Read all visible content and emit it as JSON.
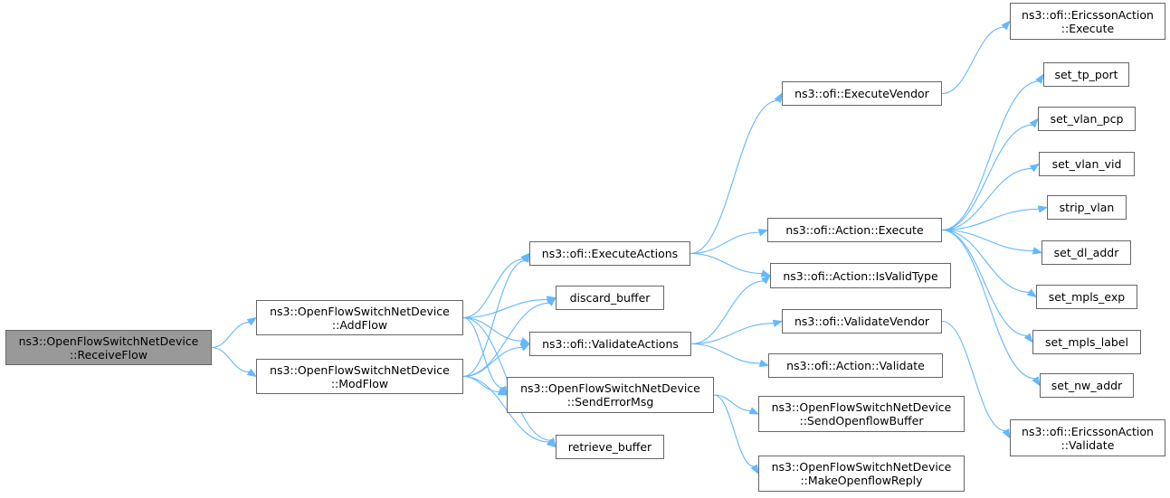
{
  "nodes": [
    {
      "id": "receive_flow",
      "lines": [
        "ns3::OpenFlowSwitchNetDevice",
        "::ReceiveFlow"
      ],
      "root": true
    },
    {
      "id": "add_flow",
      "lines": [
        "ns3::OpenFlowSwitchNetDevice",
        "::AddFlow"
      ]
    },
    {
      "id": "mod_flow",
      "lines": [
        "ns3::OpenFlowSwitchNetDevice",
        "::ModFlow"
      ]
    },
    {
      "id": "execute_actions",
      "lines": [
        "ns3::ofi::ExecuteActions"
      ]
    },
    {
      "id": "discard_buffer",
      "lines": [
        "discard_buffer"
      ]
    },
    {
      "id": "validate_actions",
      "lines": [
        "ns3::ofi::ValidateActions"
      ]
    },
    {
      "id": "send_error_msg",
      "lines": [
        "ns3::OpenFlowSwitchNetDevice",
        "::SendErrorMsg"
      ]
    },
    {
      "id": "retrieve_buffer",
      "lines": [
        "retrieve_buffer"
      ]
    },
    {
      "id": "execute_vendor",
      "lines": [
        "ns3::ofi::ExecuteVendor"
      ]
    },
    {
      "id": "action_execute",
      "lines": [
        "ns3::ofi::Action::Execute"
      ]
    },
    {
      "id": "action_is_valid_type",
      "lines": [
        "ns3::ofi::Action::IsValidType"
      ]
    },
    {
      "id": "validate_vendor",
      "lines": [
        "ns3::ofi::ValidateVendor"
      ]
    },
    {
      "id": "action_validate",
      "lines": [
        "ns3::ofi::Action::Validate"
      ]
    },
    {
      "id": "send_openflow_buffer",
      "lines": [
        "ns3::OpenFlowSwitchNetDevice",
        "::SendOpenflowBuffer"
      ]
    },
    {
      "id": "make_openflow_reply",
      "lines": [
        "ns3::OpenFlowSwitchNetDevice",
        "::MakeOpenflowReply"
      ]
    },
    {
      "id": "ericsson_execute",
      "lines": [
        "ns3::ofi::EricssonAction",
        "::Execute"
      ]
    },
    {
      "id": "set_tp_port",
      "lines": [
        "set_tp_port"
      ]
    },
    {
      "id": "set_vlan_pcp",
      "lines": [
        "set_vlan_pcp"
      ]
    },
    {
      "id": "set_vlan_vid",
      "lines": [
        "set_vlan_vid"
      ]
    },
    {
      "id": "strip_vlan",
      "lines": [
        "strip_vlan"
      ]
    },
    {
      "id": "set_dl_addr",
      "lines": [
        "set_dl_addr"
      ]
    },
    {
      "id": "set_mpls_exp",
      "lines": [
        "set_mpls_exp"
      ]
    },
    {
      "id": "set_mpls_label",
      "lines": [
        "set_mpls_label"
      ]
    },
    {
      "id": "set_nw_addr",
      "lines": [
        "set_nw_addr"
      ]
    },
    {
      "id": "ericsson_validate",
      "lines": [
        "ns3::ofi::EricssonAction",
        "::Validate"
      ]
    }
  ],
  "edges": [
    [
      "receive_flow",
      "add_flow"
    ],
    [
      "receive_flow",
      "mod_flow"
    ],
    [
      "add_flow",
      "execute_actions"
    ],
    [
      "add_flow",
      "discard_buffer"
    ],
    [
      "add_flow",
      "validate_actions"
    ],
    [
      "add_flow",
      "send_error_msg"
    ],
    [
      "add_flow",
      "retrieve_buffer"
    ],
    [
      "mod_flow",
      "execute_actions"
    ],
    [
      "mod_flow",
      "discard_buffer"
    ],
    [
      "mod_flow",
      "validate_actions"
    ],
    [
      "mod_flow",
      "send_error_msg"
    ],
    [
      "mod_flow",
      "retrieve_buffer"
    ],
    [
      "execute_actions",
      "execute_vendor"
    ],
    [
      "execute_actions",
      "action_execute"
    ],
    [
      "execute_actions",
      "action_is_valid_type"
    ],
    [
      "validate_actions",
      "action_is_valid_type"
    ],
    [
      "validate_actions",
      "validate_vendor"
    ],
    [
      "validate_actions",
      "action_validate"
    ],
    [
      "send_error_msg",
      "send_openflow_buffer"
    ],
    [
      "send_error_msg",
      "make_openflow_reply"
    ],
    [
      "execute_vendor",
      "ericsson_execute"
    ],
    [
      "action_execute",
      "set_tp_port"
    ],
    [
      "action_execute",
      "set_vlan_pcp"
    ],
    [
      "action_execute",
      "set_vlan_vid"
    ],
    [
      "action_execute",
      "strip_vlan"
    ],
    [
      "action_execute",
      "set_dl_addr"
    ],
    [
      "action_execute",
      "set_mpls_exp"
    ],
    [
      "action_execute",
      "set_mpls_label"
    ],
    [
      "action_execute",
      "set_nw_addr"
    ],
    [
      "validate_vendor",
      "ericsson_validate"
    ]
  ],
  "colors": {
    "edge": "#63b8ff",
    "root_fill": "#999999",
    "node_border": "#666666"
  }
}
